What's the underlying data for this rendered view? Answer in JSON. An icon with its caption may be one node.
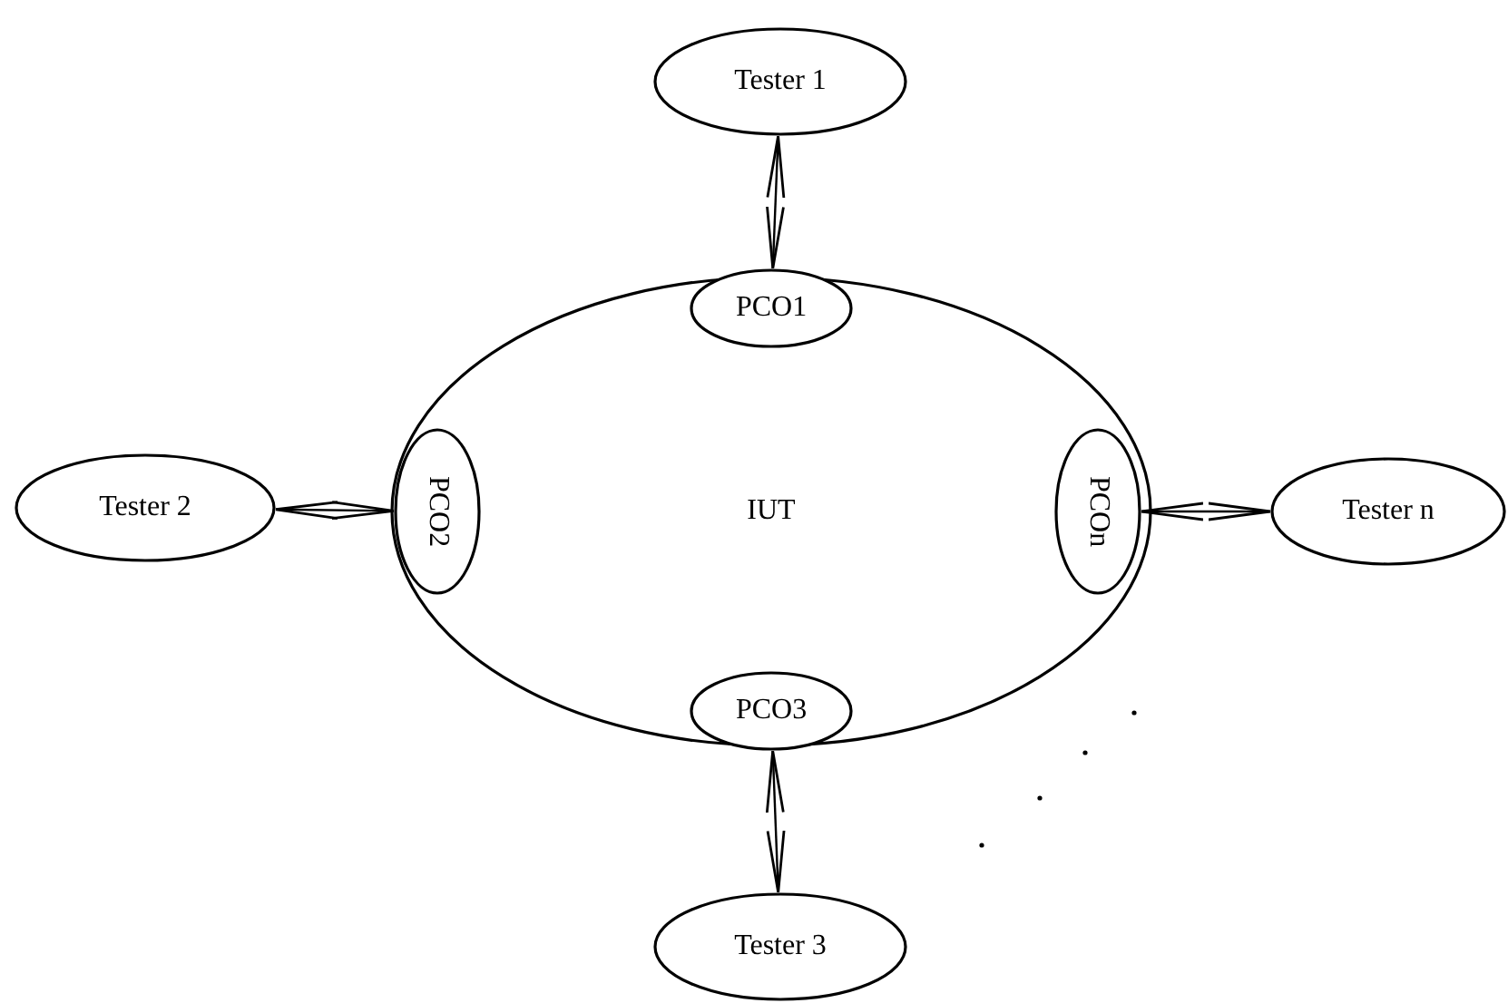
{
  "diagram": {
    "nodes": [
      {
        "text": [
          "Tester 1"
        ]
      },
      {
        "text": [
          "IUT"
        ]
      },
      {
        "text": [
          "PCO1"
        ],
        "in": 1
      },
      {
        "text": [
          "Tester 2"
        ]
      },
      {
        "text": [
          "PCO2"
        ],
        "in": 1
      },
      {
        "text": [
          "PCOn"
        ],
        "in": 1
      },
      {
        "text": [
          "Tester n"
        ]
      },
      {
        "text": [
          "PCO3"
        ],
        "in": 1
      },
      {
        "text": [
          "Tester 3"
        ]
      }
    ],
    "edges": [
      {
        "from": 0,
        "to": 2,
        "arrow": "both"
      },
      {
        "from": 3,
        "to": 4,
        "arrow": "both"
      },
      {
        "from": 6,
        "to": 5,
        "arrow": "both"
      },
      {
        "from": 8,
        "to": 7,
        "arrow": "both"
      }
    ]
  }
}
